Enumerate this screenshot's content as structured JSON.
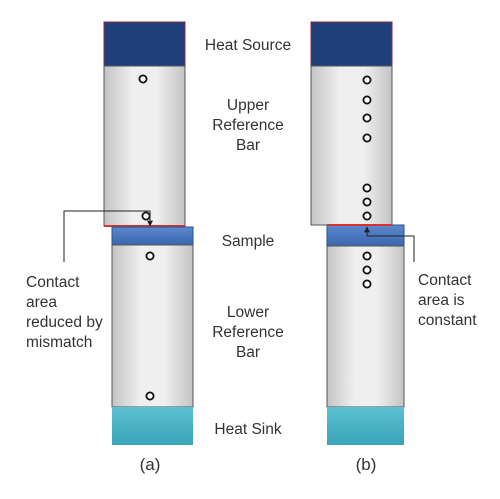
{
  "labels": {
    "heat_source": "Heat Source",
    "upper_bar": [
      "Upper",
      "Reference",
      "Bar"
    ],
    "sample": "Sample",
    "lower_bar": [
      "Lower",
      "Reference",
      "Bar"
    ],
    "heat_sink": "Heat Sink",
    "callout_a": [
      "Contact",
      "area",
      "reduced by",
      "mismatch"
    ],
    "callout_b": [
      "Contact",
      "area is",
      "constant"
    ],
    "caption_a": "(a)",
    "caption_b": "(b)"
  },
  "colors": {
    "heat_source": "#1f3f7a",
    "sample": "#4a78c2",
    "heat_sink": "#48b4c8",
    "interface_line": "#d8322f",
    "bar_gray": "#d8d8d8"
  }
}
